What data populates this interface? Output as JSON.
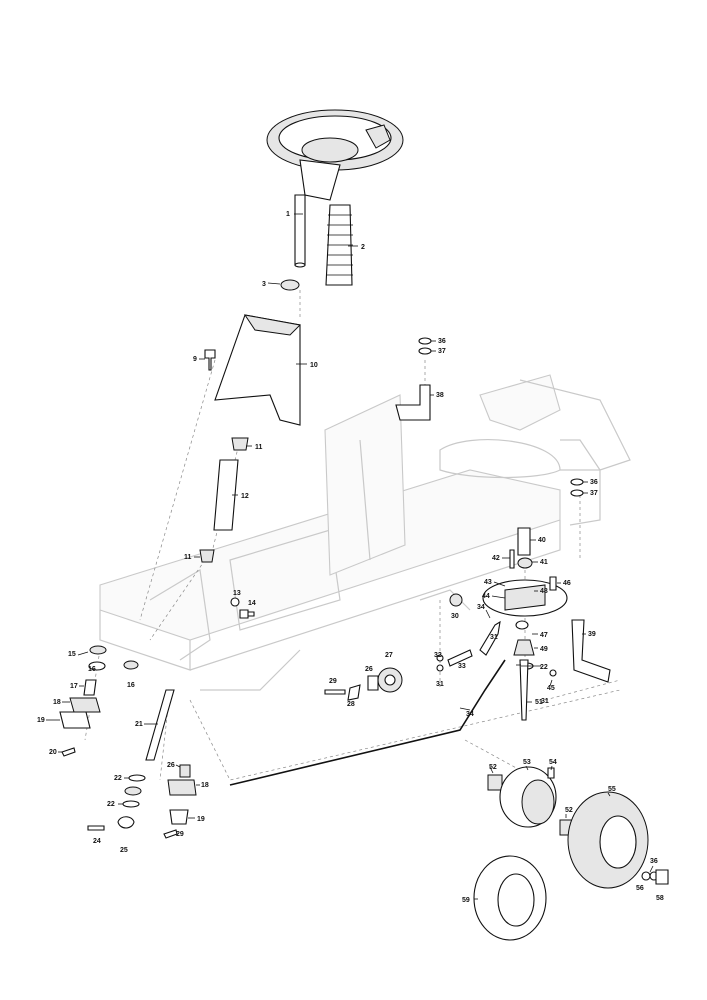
{
  "diagram": {
    "title": "",
    "callouts": [
      {
        "id": "c1",
        "label": "1"
      },
      {
        "id": "c2",
        "label": "2"
      },
      {
        "id": "c3",
        "label": "3"
      },
      {
        "id": "c9",
        "label": "9"
      },
      {
        "id": "c10",
        "label": "10"
      },
      {
        "id": "c11a",
        "label": "11"
      },
      {
        "id": "c11b",
        "label": "11"
      },
      {
        "id": "c12",
        "label": "12"
      },
      {
        "id": "c13",
        "label": "13"
      },
      {
        "id": "c14",
        "label": "14"
      },
      {
        "id": "c15",
        "label": "15"
      },
      {
        "id": "c16a",
        "label": "16"
      },
      {
        "id": "c16b",
        "label": "16"
      },
      {
        "id": "c17",
        "label": "17"
      },
      {
        "id": "c18a",
        "label": "18"
      },
      {
        "id": "c18b",
        "label": "18"
      },
      {
        "id": "c19a",
        "label": "19"
      },
      {
        "id": "c19b",
        "label": "19"
      },
      {
        "id": "c20",
        "label": "20"
      },
      {
        "id": "c21",
        "label": "21"
      },
      {
        "id": "c22a",
        "label": "22"
      },
      {
        "id": "c22b",
        "label": "22"
      },
      {
        "id": "c22c",
        "label": "22"
      },
      {
        "id": "c24",
        "label": "24"
      },
      {
        "id": "c25",
        "label": "25"
      },
      {
        "id": "c26a",
        "label": "26"
      },
      {
        "id": "c26b",
        "label": "26"
      },
      {
        "id": "c27",
        "label": "27"
      },
      {
        "id": "c28",
        "label": "28"
      },
      {
        "id": "c29a",
        "label": "29"
      },
      {
        "id": "c29b",
        "label": "29"
      },
      {
        "id": "c30",
        "label": "30"
      },
      {
        "id": "c31a",
        "label": "31"
      },
      {
        "id": "c31b",
        "label": "31"
      },
      {
        "id": "c31c",
        "label": "31"
      },
      {
        "id": "c32",
        "label": "32"
      },
      {
        "id": "c33",
        "label": "33"
      },
      {
        "id": "c34a",
        "label": "34"
      },
      {
        "id": "c34b",
        "label": "34"
      },
      {
        "id": "c36a",
        "label": "36"
      },
      {
        "id": "c36b",
        "label": "36"
      },
      {
        "id": "c36c",
        "label": "36"
      },
      {
        "id": "c37a",
        "label": "37"
      },
      {
        "id": "c37b",
        "label": "37"
      },
      {
        "id": "c38",
        "label": "38"
      },
      {
        "id": "c39",
        "label": "39"
      },
      {
        "id": "c40",
        "label": "40"
      },
      {
        "id": "c41",
        "label": "41"
      },
      {
        "id": "c42",
        "label": "42"
      },
      {
        "id": "c43",
        "label": "43"
      },
      {
        "id": "c44",
        "label": "44"
      },
      {
        "id": "c45",
        "label": "45"
      },
      {
        "id": "c46",
        "label": "46"
      },
      {
        "id": "c47",
        "label": "47"
      },
      {
        "id": "c48",
        "label": "48"
      },
      {
        "id": "c49",
        "label": "49"
      },
      {
        "id": "c51",
        "label": "51"
      },
      {
        "id": "c52a",
        "label": "52"
      },
      {
        "id": "c52b",
        "label": "52"
      },
      {
        "id": "c53",
        "label": "53"
      },
      {
        "id": "c54",
        "label": "54"
      },
      {
        "id": "c55",
        "label": "55"
      },
      {
        "id": "c56",
        "label": "56"
      },
      {
        "id": "c58",
        "label": "58"
      },
      {
        "id": "c59",
        "label": "59"
      }
    ]
  },
  "colors": {
    "ink": "#111111",
    "frame_ghost": "#c9c9c9",
    "background": "#ffffff"
  }
}
